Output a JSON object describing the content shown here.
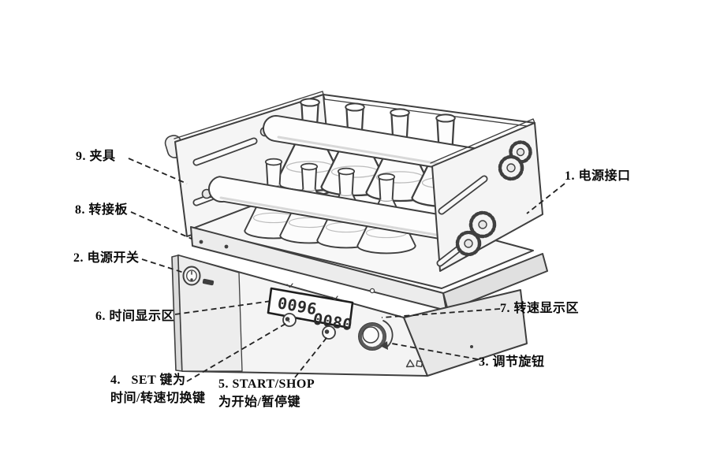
{
  "figure": {
    "background": "#ffffff",
    "ink": "#3f3f3f",
    "description": "Labeled line-art diagram of an orbital shaker clamping Erlenmeyer flasks"
  },
  "display": {
    "time": "0096",
    "speed": "0080"
  },
  "callouts": {
    "power_inlet": {
      "label": "1. 电源接口"
    },
    "power_switch": {
      "label": "2. 电源开关"
    },
    "adjust_knob": {
      "label": "3. 调节旋钮"
    },
    "set_key": {
      "label": "4.   SET 键为",
      "label2": "时间/转速切换键"
    },
    "start_key": {
      "label": "5. START/SHOP",
      "label2": "为开始/暂停键"
    },
    "time_display": {
      "label": "6. 时间显示区"
    },
    "speed_display": {
      "label": "7. 转速显示区"
    },
    "adapter_plate": {
      "label": "8. 转接板"
    },
    "clamp": {
      "label": "9. 夹具"
    }
  }
}
